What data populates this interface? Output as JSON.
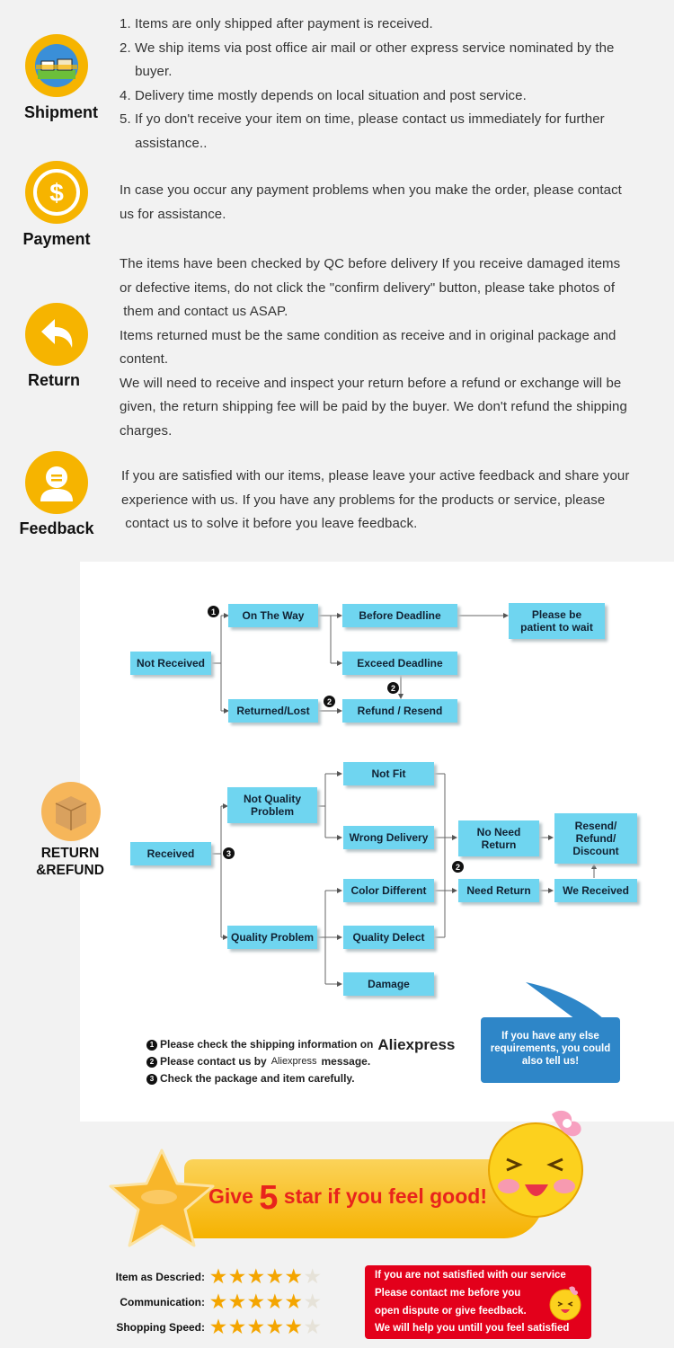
{
  "shipment": {
    "label": "Shipment",
    "lines": [
      "1. Items are only shipped after payment is received.",
      "2. We ship items via post office air mail or other express service nominated by the",
      "    buyer.",
      "4. Delivery time mostly depends on local situation and post service.",
      "5. If yo don't receive your item on time, please contact us immediately  for  further",
      "    assistance.."
    ]
  },
  "payment": {
    "label": "Payment",
    "lines": [
      "In case you occur any payment problems when you make the order, please contact",
      "us for assistance."
    ]
  },
  "return": {
    "label": "Return",
    "lines": [
      "The items have been checked by QC before delivery If you receive  damaged  items",
      "or defective items, do not click the \"confirm delivery\" button, please take photos of",
      " them and contact us ASAP.",
      "Items returned must be the same condition as receive and in original package and",
      "content.",
      "We will need to receive and inspect your return before a refund or exchange will be",
      "given, the return shipping fee will be paid by the buyer. We don't refund the shipping",
      "charges."
    ]
  },
  "feedback": {
    "label": "Feedback",
    "lines": [
      "If you are satisfied with our items, please leave your active feedback and share your",
      "experience with us. If you have any problems for the products or service, please",
      " contact us to solve it before you leave feedback."
    ]
  },
  "flow": {
    "side_label_1": "RETURN",
    "side_label_2": "&REFUND",
    "markers": [
      "1",
      "2",
      "3"
    ],
    "boxes": {
      "not_received": "Not Received",
      "on_the_way": "On The Way",
      "before_deadline": "Before Deadline",
      "patient": "Please be patient to wait",
      "exceed_deadline": "Exceed Deadline",
      "returned_lost": "Returned/Lost",
      "refund_resend": "Refund / Resend",
      "received": "Received",
      "not_quality": "Not Quality Problem",
      "quality_problem": "Quality Problem",
      "not_fit": "Not Fit",
      "wrong_delivery": "Wrong Delivery",
      "color_different": "Color Different",
      "quality_defect": "Quality Delect",
      "damage": "Damage",
      "no_need_return": "No Need Return",
      "need_return": "Need Return",
      "we_received": "We Received",
      "resend_refund": "Resend/ Refund/ Discount"
    },
    "notes": {
      "n1_pre": "Please check the shipping information on",
      "n1_brand": "Aliexpress",
      "n2_pre": "Please contact us by",
      "n2_brand": "Aliexpress",
      "n2_post": "message.",
      "n3": "Check the package and item carefully."
    },
    "bubble": "If you have any else requirements, you could also tell us!"
  },
  "banner": {
    "pre": "Give ",
    "num": "5",
    "post": " star if you feel good!"
  },
  "ratings": [
    {
      "label": "Item as Descried:",
      "stars": 5
    },
    {
      "label": "Communication:",
      "stars": 5
    },
    {
      "label": "Shopping Speed:",
      "stars": 5
    }
  ],
  "notice": [
    "If you are not satisfied with our service",
    "Please contact me before you",
    "open dispute or give feedback.",
    "We will help you untill you feel satisfied"
  ],
  "colors": {
    "accent": "#f6b400",
    "flow_box": "#6fd5f0",
    "notice_red": "#e3001b",
    "bubble_blue": "#2e86c8"
  }
}
